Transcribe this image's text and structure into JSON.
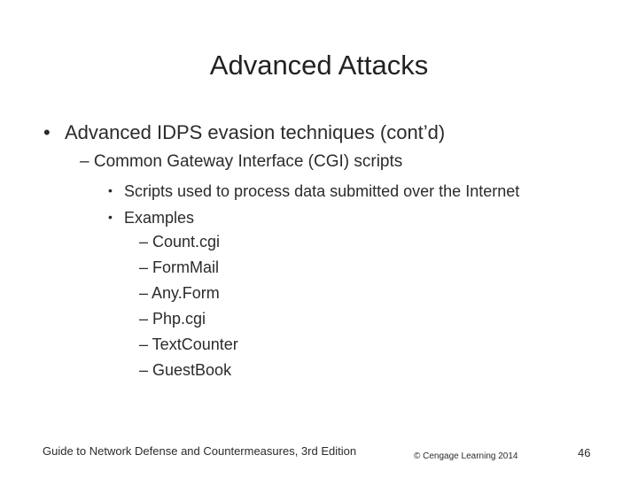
{
  "title": "Advanced Attacks",
  "level1": {
    "bullet": "•",
    "text": "Advanced IDPS evasion techniques (cont’d)"
  },
  "level2": {
    "text": "– Common Gateway Interface (CGI) scripts"
  },
  "level3": [
    {
      "bullet": "•",
      "text": "Scripts used to process data submitted over the Internet"
    },
    {
      "bullet": "•",
      "text": "Examples"
    }
  ],
  "examples": [
    "– Count.cgi",
    "– FormMail",
    "– Any.Form",
    "– Php.cgi",
    "– TextCounter",
    "– GuestBook"
  ],
  "footer": {
    "left": "Guide to Network Defense and Countermeasures, 3rd Edition",
    "middle": "© Cengage Learning  2014",
    "page_number": "46"
  }
}
